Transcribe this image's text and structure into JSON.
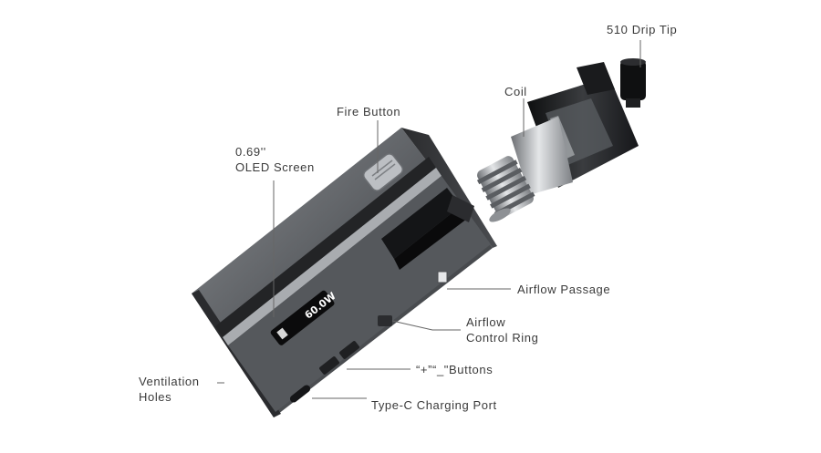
{
  "labels": {
    "drip_tip": "510 Drip Tip",
    "coil": "Coil",
    "fire_button": "Fire Button",
    "screen_line1": "0.69''",
    "screen_line2": "OLED Screen",
    "airflow_passage": "Airflow Passage",
    "airflow_ring_line1": "Airflow",
    "airflow_ring_line2": "Control Ring",
    "buttons": "“+”“_\"Buttons",
    "ventilation_line1": "Ventilation",
    "ventilation_line2": "Holes",
    "charging_port": "Type-C Charging Port"
  },
  "screen_display": "60.0W",
  "colors": {
    "body_dark": "#3b3d40",
    "body_mid": "#6e7175",
    "body_light": "#9a9da1",
    "tank_dark": "#1c1d1f",
    "coil_steel": "#b9bcc0",
    "leader_line": "#666666",
    "label_text": "#3a3a3a"
  }
}
